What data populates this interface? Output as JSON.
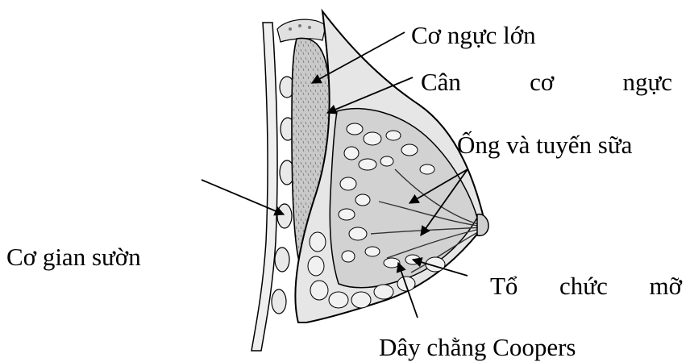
{
  "labels": {
    "pectoralis_major": "Cơ ngực lớn",
    "pectoral_fascia": [
      "Cân",
      "cơ",
      "ngực"
    ],
    "ducts_glands": "Ống và tuyến sữa",
    "intercostal": "Cơ gian sườn",
    "fatty_tissue": [
      "Tổ",
      "chức",
      "mỡ"
    ],
    "cooper_ligaments": "Dây chằng Coopers"
  },
  "colors": {
    "ink": "#000000",
    "muscle_fill": "#c9c9c9",
    "tissue_fill": "#d9d9d9",
    "fat_fill": "#e6e6e6",
    "background": "#ffffff"
  }
}
